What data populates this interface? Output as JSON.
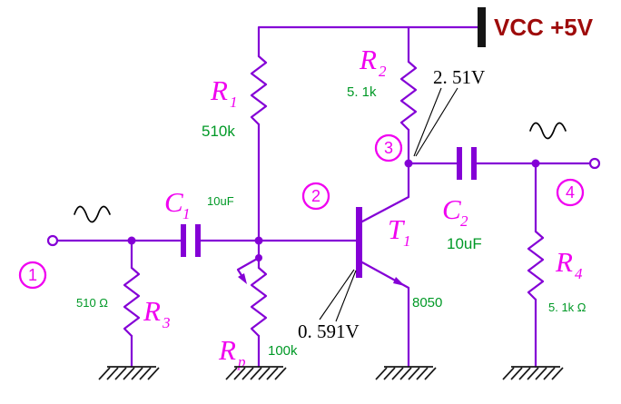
{
  "colors": {
    "wire": "#8400d6",
    "label": "#f000f0",
    "value": "#009926",
    "power": "#9e0b0b",
    "ground": "#1a1a1a"
  },
  "power": {
    "label": "VCC +5V"
  },
  "components": {
    "r1": {
      "label": "R",
      "sub": "1",
      "value": "510k"
    },
    "r2": {
      "label": "R",
      "sub": "2",
      "value": "5. 1k"
    },
    "r3": {
      "label": "R",
      "sub": "3",
      "value": "510 Ω"
    },
    "r4": {
      "label": "R",
      "sub": "4",
      "value": "5. 1k Ω"
    },
    "rp": {
      "label": "R",
      "sub": "p",
      "value": "100k"
    },
    "c1": {
      "label": "C",
      "sub": "1",
      "value": "10uF"
    },
    "c2": {
      "label": "C",
      "sub": "2",
      "value": "10uF"
    },
    "t1": {
      "label": "T",
      "sub": "1",
      "value": "8050"
    }
  },
  "measurements": {
    "collector_voltage": "2. 51V",
    "base_voltage": "0. 591V"
  },
  "nodes": {
    "n1": "1",
    "n2": "2",
    "n3": "3",
    "n4": "4"
  }
}
